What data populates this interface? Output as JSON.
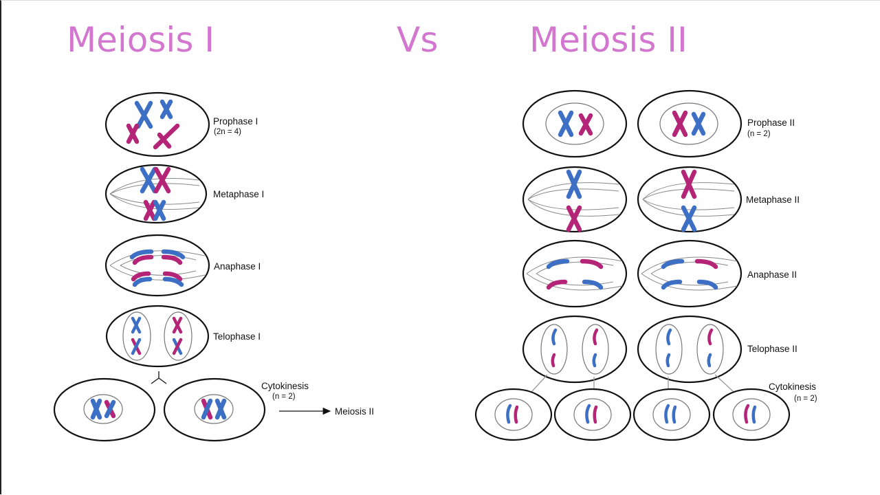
{
  "header": {
    "left_title": "Meiosis I",
    "vs": "Vs",
    "right_title": "Meiosis II"
  },
  "meiosis1": {
    "stages": [
      "Prophase I",
      "Metaphase I",
      "Anaphase I",
      "Telophase I"
    ],
    "prophase_ploidy": "(2n = 4)",
    "cytokinesis_label": "Cytokinesis",
    "cytokinesis_ploidy": "(n = 2)",
    "arrow_target": "Meiosis II"
  },
  "meiosis2": {
    "stages": [
      "Prophase II",
      "Metaphase II",
      "Anaphase II",
      "Telophase II"
    ],
    "prophase_ploidy": "(n = 2)",
    "cytokinesis_label": "Cytokinesis",
    "cytokinesis_ploidy": "(n = 2)"
  },
  "colors": {
    "title": "#d276cf",
    "chromosome_blue": "#3d6fc4",
    "chromosome_magenta": "#b42477"
  }
}
